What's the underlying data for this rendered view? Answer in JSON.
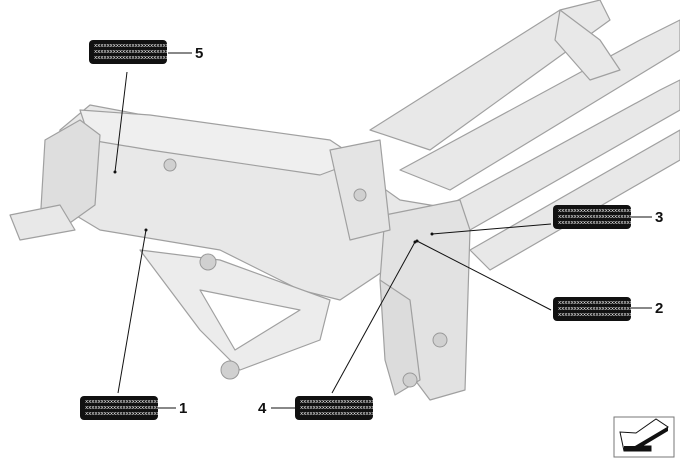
{
  "callouts": [
    {
      "number": "1",
      "label": "xxxxxxxxxxxxxxxxxxxxxxxx"
    },
    {
      "number": "2",
      "label": "xxxxxxxxxxxxxxxxxxxxxxxx"
    },
    {
      "number": "3",
      "label": "xxxxxxxxxxxxxxxxxxxxxxxx"
    },
    {
      "number": "4",
      "label": "xxxxxxxxxxxxxxxxxxxxxxxx"
    },
    {
      "number": "5",
      "label": "xxxxxxxxxxxxxxxxxxxxxxxx"
    }
  ],
  "colors": {
    "frame_fill": "#e6e6e6",
    "frame_stroke": "#9a9a9a",
    "label_bg": "#111111"
  }
}
